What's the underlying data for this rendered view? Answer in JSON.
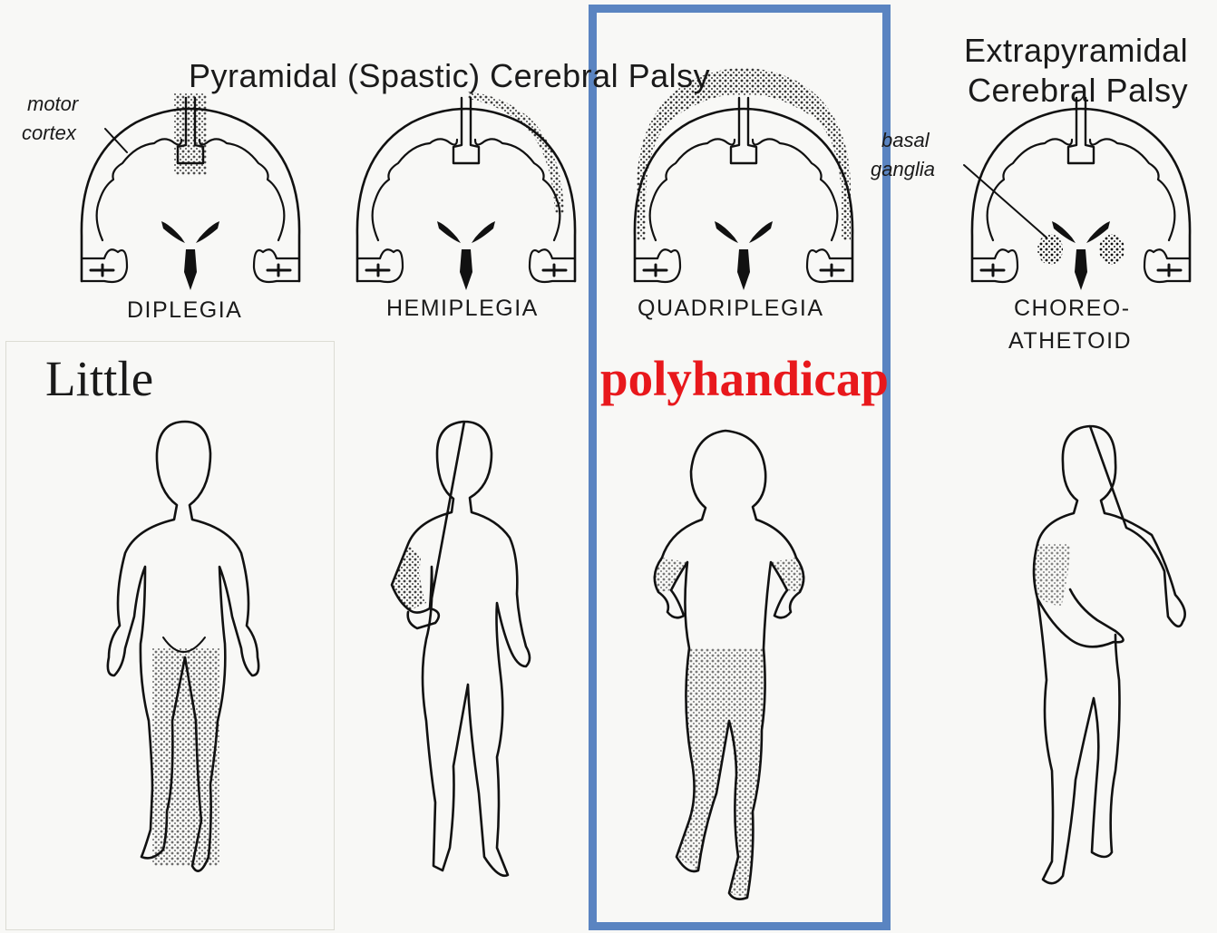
{
  "title_pyramidal": "Pyramidal (Spastic) Cerebral Palsy",
  "title_extrapyramidal_line1": "Extrapyramidal",
  "title_extrapyramidal_line2": "Cerebral Palsy",
  "label_motor_line1": "motor",
  "label_motor_line2": "cortex",
  "label_basal_line1": "basal",
  "label_basal_line2": "ganglia",
  "types": {
    "diplegia": "DIPLEGIA",
    "hemiplegia": "HEMIPLEGIA",
    "quadriplegia": "QUADRIPLEGIA",
    "choreo_line1": "CHOREO-",
    "choreo_line2": "ATHETOID"
  },
  "annotation_little": "Little",
  "annotation_polyhandicap": "polyhandicap",
  "colors": {
    "highlight_box": "#5a84c1",
    "polyhandicap_text": "#e8181c",
    "little_box": "#dcdcd4"
  }
}
